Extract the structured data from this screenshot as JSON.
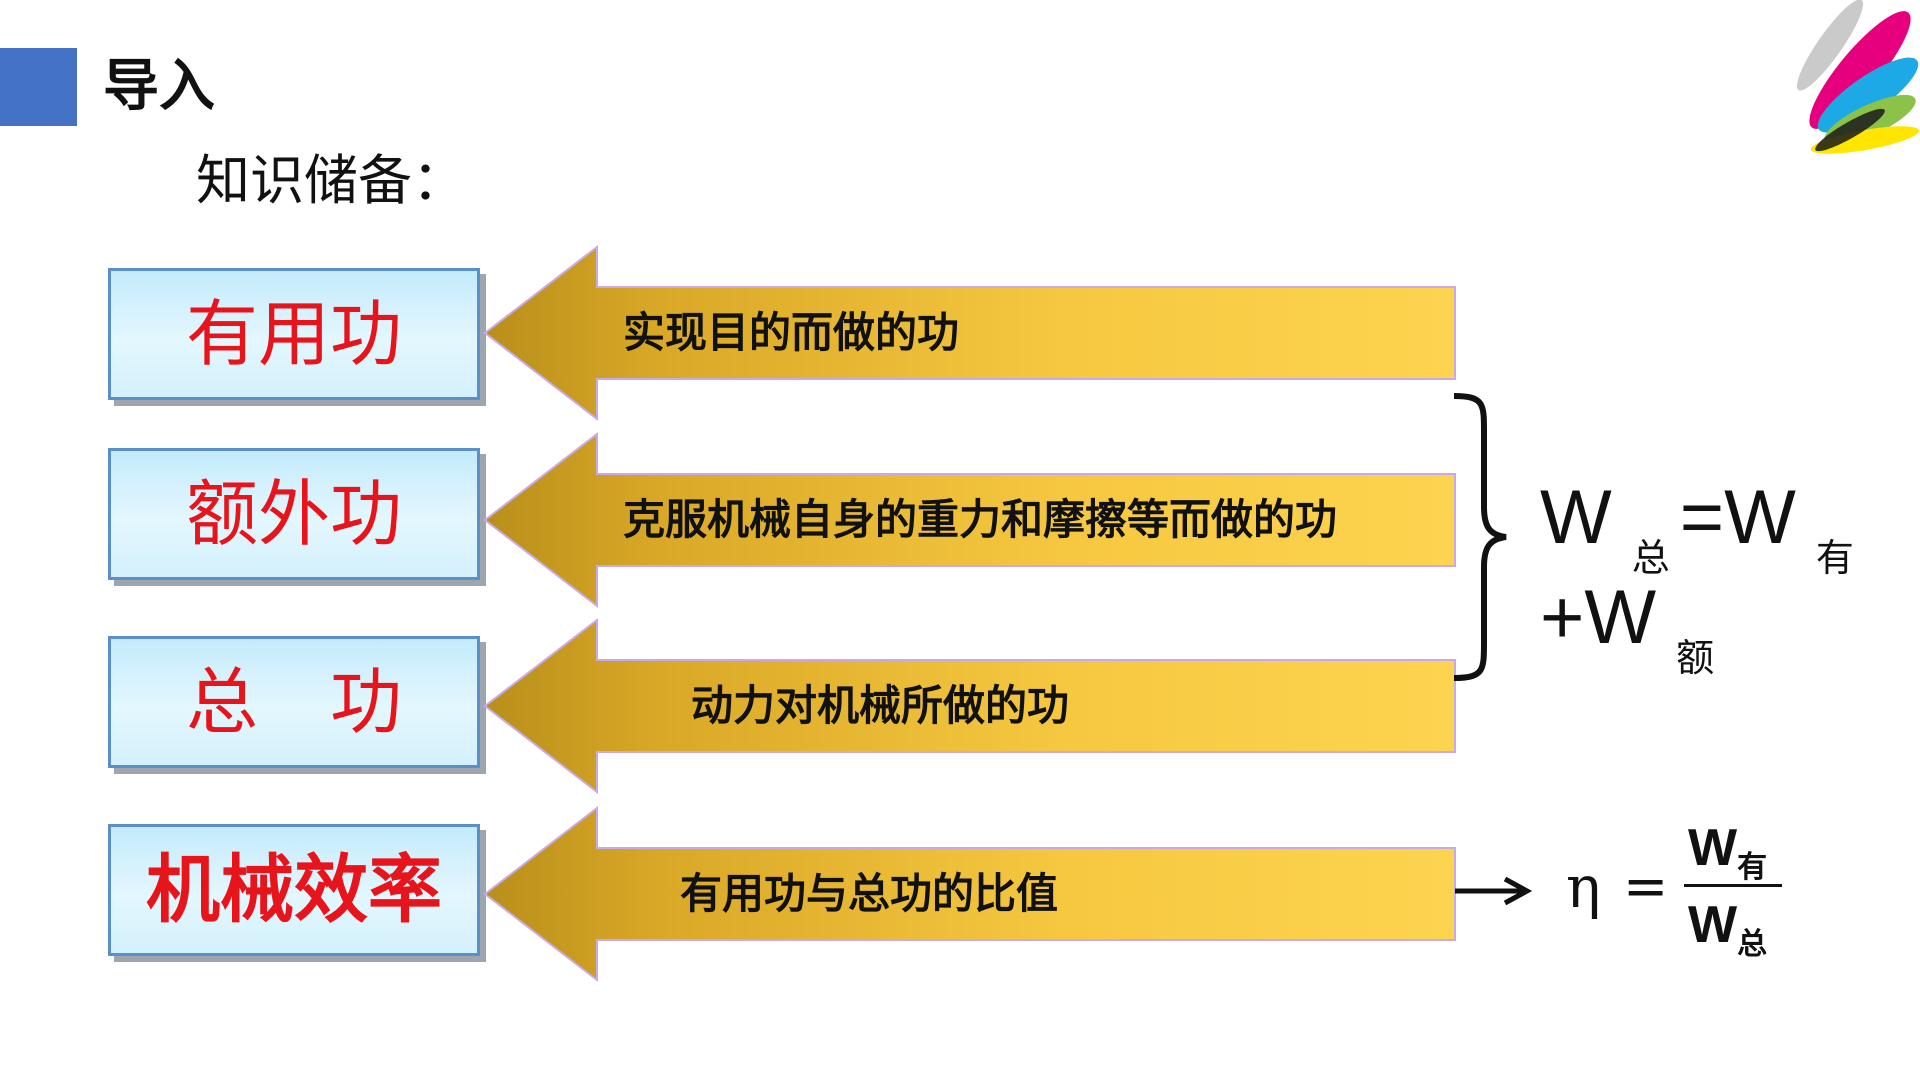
{
  "header": {
    "title": "导入",
    "subtitle": "知识储备："
  },
  "colors": {
    "accent": "#4472c4",
    "term_text": "#e8141b",
    "arrow_fill": "#f5c842",
    "box_border": "#5b8fc9"
  },
  "rows": [
    {
      "term": "有用功",
      "description": "实现目的而做的功"
    },
    {
      "term": "额外功",
      "description": "克服机械自身的重力和摩擦等而做的功"
    },
    {
      "term": "总　功",
      "description": "动力对机械所做的功"
    },
    {
      "term": "机械效率",
      "description": "有用功与总功的比值"
    }
  ],
  "formula": {
    "w": "W",
    "sub_total": "总",
    "eq_w": "=W",
    "sub_useful": "有",
    "plus_w": "+W",
    "sub_extra": "额"
  },
  "efficiency": {
    "eta": "η",
    "equals": "=",
    "num_w": "W",
    "num_sub": "有",
    "den_w": "W",
    "den_sub": "总"
  }
}
